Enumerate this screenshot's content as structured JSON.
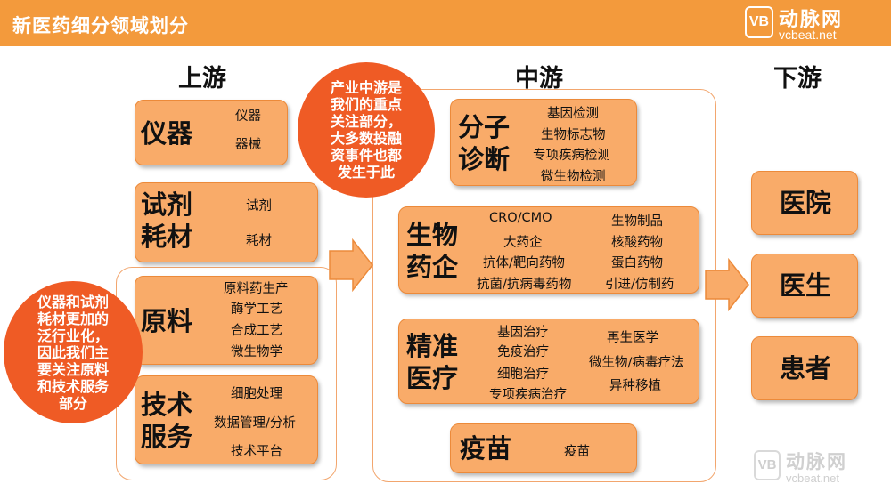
{
  "header": {
    "title": "新医药细分领域划分",
    "logo_badge": "VB",
    "logo_cn": "动脉网",
    "logo_url": "vcbeat.net"
  },
  "columns": {
    "upstream": "上游",
    "midstream": "中游",
    "downstream": "下游"
  },
  "upstream": {
    "instruments": {
      "title": "仪器",
      "items": [
        "仪器",
        "器械"
      ]
    },
    "reagents": {
      "title": "试剂\n耗材",
      "items": [
        "试剂",
        "耗材"
      ]
    },
    "raw_materials": {
      "title": "原料",
      "items": [
        "原料药生产",
        "酶学工艺",
        "合成工艺",
        "微生物学"
      ]
    },
    "tech_services": {
      "title": "技术\n服务",
      "items": [
        "细胞处理",
        "数据管理/分析",
        "技术平台"
      ]
    }
  },
  "midstream": {
    "diagnostics": {
      "title": "分子\n诊断",
      "items": [
        "基因检测",
        "生物标志物",
        "专项疾病检测",
        "微生物检测"
      ]
    },
    "biopharma": {
      "title": "生物\n药企",
      "left": [
        "CRO/CMO",
        "大药企",
        "抗体/靶向药物",
        "抗菌/抗病毒药物"
      ],
      "right": [
        "生物制品",
        "核酸药物",
        "蛋白药物",
        "引进/仿制药"
      ]
    },
    "precision": {
      "title": "精准\n医疗",
      "left": [
        "基因治疗",
        "免疫治疗",
        "细胞治疗",
        "专项疾病治疗"
      ],
      "right": [
        "再生医学",
        "微生物/病毒疗法",
        "异种移植"
      ]
    },
    "vaccine": {
      "title": "疫苗",
      "items": [
        "疫苗"
      ]
    }
  },
  "downstream": {
    "items": [
      "医院",
      "医生",
      "患者"
    ]
  },
  "callouts": {
    "midstream_note": "产业中游是\n我们的重点\n关注部分，\n大多数投融\n资事件也都\n发生于此",
    "upstream_note": "仪器和试剂\n耗材更加的\n泛行业化，\n因此我们主\n要关注原料\n和技术服务\n部分"
  },
  "watermark": {
    "badge": "VB",
    "cn": "动脉网",
    "url": "vcbeat.net"
  },
  "colors": {
    "header": "#f39a3c",
    "box_fill": "#f9ab69",
    "box_border": "#ec8a3a",
    "callout": "#ef5b25",
    "outline": "#f2a66e"
  }
}
